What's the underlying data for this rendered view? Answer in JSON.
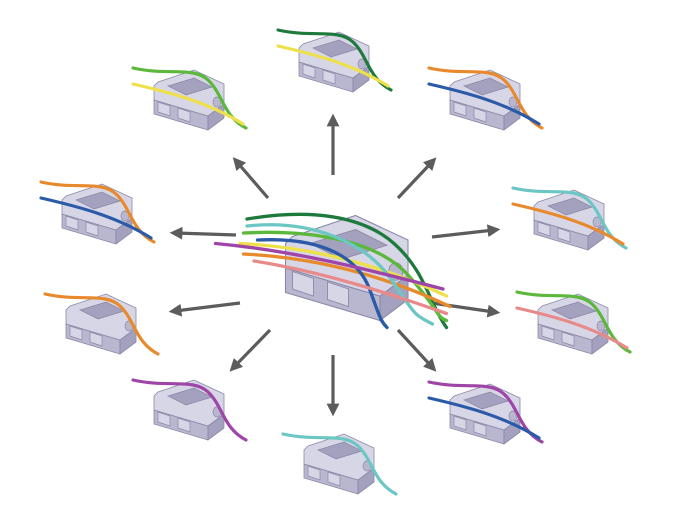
{
  "palette": {
    "background": "#ffffff",
    "bracket_top": "#d7d6e6",
    "bracket_front": "#b9b7cf",
    "bracket_side": "#a3a1bd",
    "bracket_edge": "#8a88a6",
    "arrow": "#5c5c5c"
  },
  "wire_colors": {
    "green": "#5cb83a",
    "dark_green": "#1e7a3c",
    "yellow": "#eee04a",
    "orange": "#e88a2c",
    "blue": "#2b5aa8",
    "teal": "#6cc6c4",
    "pink": "#e88a8a",
    "purple": "#a045a8"
  },
  "center": {
    "name": "combined-bracket",
    "wires": [
      "dark_green",
      "green",
      "yellow",
      "orange",
      "teal",
      "blue",
      "purple",
      "pink"
    ]
  },
  "variants": [
    {
      "name": "variant-top-left",
      "wires": [
        "green",
        "yellow"
      ]
    },
    {
      "name": "variant-top",
      "wires": [
        "dark_green",
        "yellow"
      ]
    },
    {
      "name": "variant-top-right",
      "wires": [
        "orange",
        "blue"
      ]
    },
    {
      "name": "variant-left",
      "wires": [
        "orange",
        "blue"
      ]
    },
    {
      "name": "variant-right",
      "wires": [
        "teal",
        "orange"
      ]
    },
    {
      "name": "variant-mid-left",
      "wires": [
        "orange"
      ]
    },
    {
      "name": "variant-mid-right",
      "wires": [
        "green",
        "pink"
      ]
    },
    {
      "name": "variant-bottom-left",
      "wires": [
        "purple"
      ]
    },
    {
      "name": "variant-bottom",
      "wires": [
        "teal"
      ]
    },
    {
      "name": "variant-bottom-right",
      "wires": [
        "purple",
        "blue"
      ]
    }
  ],
  "arrows": [
    {
      "name": "arrow-up-left"
    },
    {
      "name": "arrow-up"
    },
    {
      "name": "arrow-up-right"
    },
    {
      "name": "arrow-left"
    },
    {
      "name": "arrow-right"
    },
    {
      "name": "arrow-mid-left"
    },
    {
      "name": "arrow-mid-right"
    },
    {
      "name": "arrow-down-left"
    },
    {
      "name": "arrow-down"
    },
    {
      "name": "arrow-down-right"
    }
  ]
}
